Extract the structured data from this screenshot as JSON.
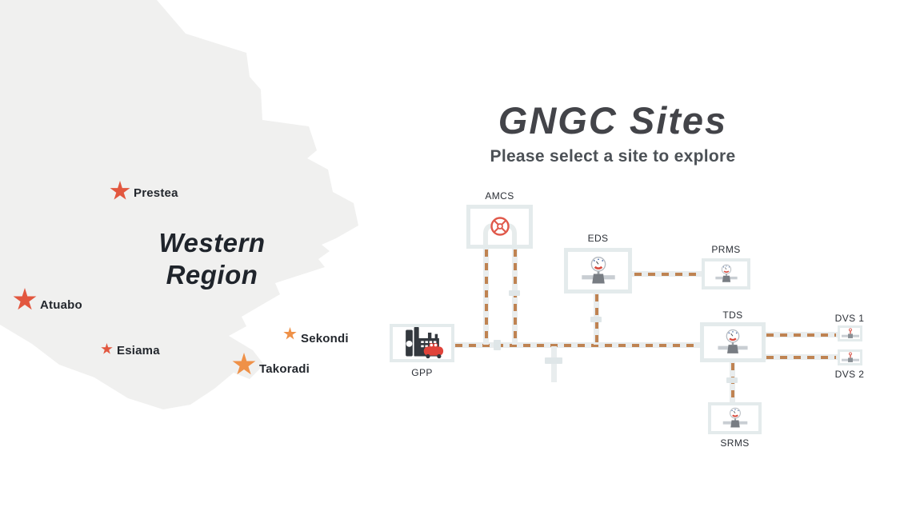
{
  "title": {
    "heading": "GNGC Sites",
    "subtitle": "Please select a site to explore"
  },
  "map": {
    "region_name_line1": "Western",
    "region_name_line2": "Region",
    "fill": "#f0f0ef",
    "cities": [
      {
        "name": "Prestea",
        "marker_color": "#e2573f"
      },
      {
        "name": "Atuabo",
        "marker_color": "#e2573f"
      },
      {
        "name": "Esiama",
        "marker_color": "#e2573f"
      },
      {
        "name": "Sekondi",
        "marker_color": "#ef9148"
      },
      {
        "name": "Takoradi",
        "marker_color": "#ef9148"
      }
    ]
  },
  "diagram": {
    "colors": {
      "pipe": "#e9edee",
      "dash": "#bf8352",
      "box_border": "#e4ebec",
      "valve_red": "#e0584a"
    },
    "nodes": {
      "gpp": {
        "label": "GPP",
        "icon": "gas-plant-icon"
      },
      "amcs": {
        "label": "AMCS",
        "icon": "valve-wheel-icon"
      },
      "eds": {
        "label": "EDS",
        "icon": "pressure-gauge-icon"
      },
      "prms": {
        "label": "PRMS",
        "icon": "pressure-gauge-icon"
      },
      "tds": {
        "label": "TDS",
        "icon": "pressure-gauge-icon"
      },
      "dvs1": {
        "label": "DVS 1",
        "icon": "small-valve-icon"
      },
      "dvs2": {
        "label": "DVS 2",
        "icon": "small-valve-icon"
      },
      "srms": {
        "label": "SRMS",
        "icon": "pressure-gauge-icon"
      }
    }
  }
}
